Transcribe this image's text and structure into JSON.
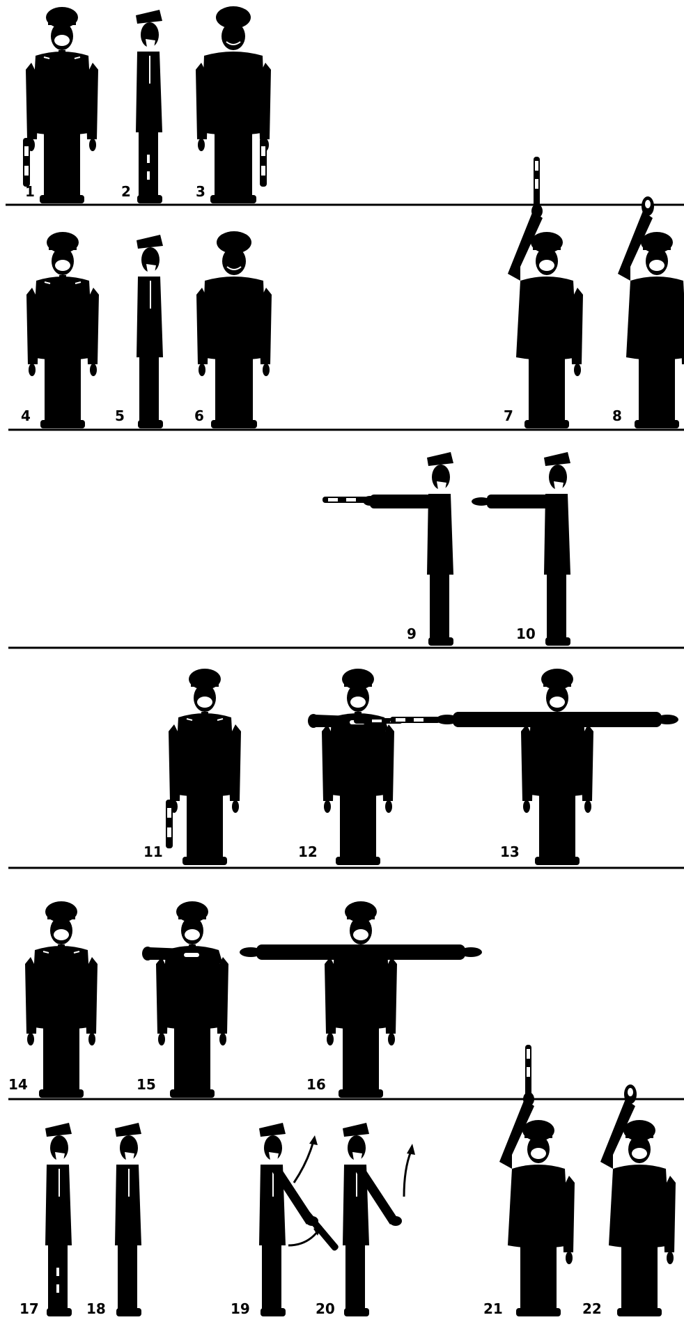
{
  "colors": {
    "ink": "#000000",
    "paper": "#ffffff"
  },
  "figures": [
    {
      "label": "1",
      "view": "front",
      "pose": "baton-down-right"
    },
    {
      "label": "2",
      "view": "side",
      "pose": "baton-down"
    },
    {
      "label": "3",
      "view": "back",
      "pose": "baton-down-left"
    },
    {
      "label": "4",
      "view": "front",
      "pose": "arms-down"
    },
    {
      "label": "5",
      "view": "side",
      "pose": "arms-down"
    },
    {
      "label": "6",
      "view": "back",
      "pose": "arms-down"
    },
    {
      "label": "7",
      "view": "front",
      "pose": "baton-raised"
    },
    {
      "label": "8",
      "view": "front",
      "pose": "hand-raised"
    },
    {
      "label": "9",
      "view": "side",
      "pose": "arm-forward-baton"
    },
    {
      "label": "10",
      "view": "side",
      "pose": "arm-forward-hand"
    },
    {
      "label": "11",
      "view": "front",
      "pose": "baton-down-right"
    },
    {
      "label": "12",
      "view": "front",
      "pose": "arm-across-chest-baton"
    },
    {
      "label": "13",
      "view": "front",
      "pose": "arms-spread-baton"
    },
    {
      "label": "14",
      "view": "front",
      "pose": "arms-down"
    },
    {
      "label": "15",
      "view": "front",
      "pose": "arm-across-chest"
    },
    {
      "label": "16",
      "view": "front",
      "pose": "arms-spread"
    },
    {
      "label": "17",
      "view": "side",
      "pose": "baton-down"
    },
    {
      "label": "18",
      "view": "side",
      "pose": "arms-down"
    },
    {
      "label": "19",
      "view": "side",
      "pose": "baton-swing"
    },
    {
      "label": "20",
      "view": "side",
      "pose": "hand-swing"
    },
    {
      "label": "21",
      "view": "front",
      "pose": "baton-raised"
    },
    {
      "label": "22",
      "view": "front",
      "pose": "hand-raised"
    }
  ]
}
